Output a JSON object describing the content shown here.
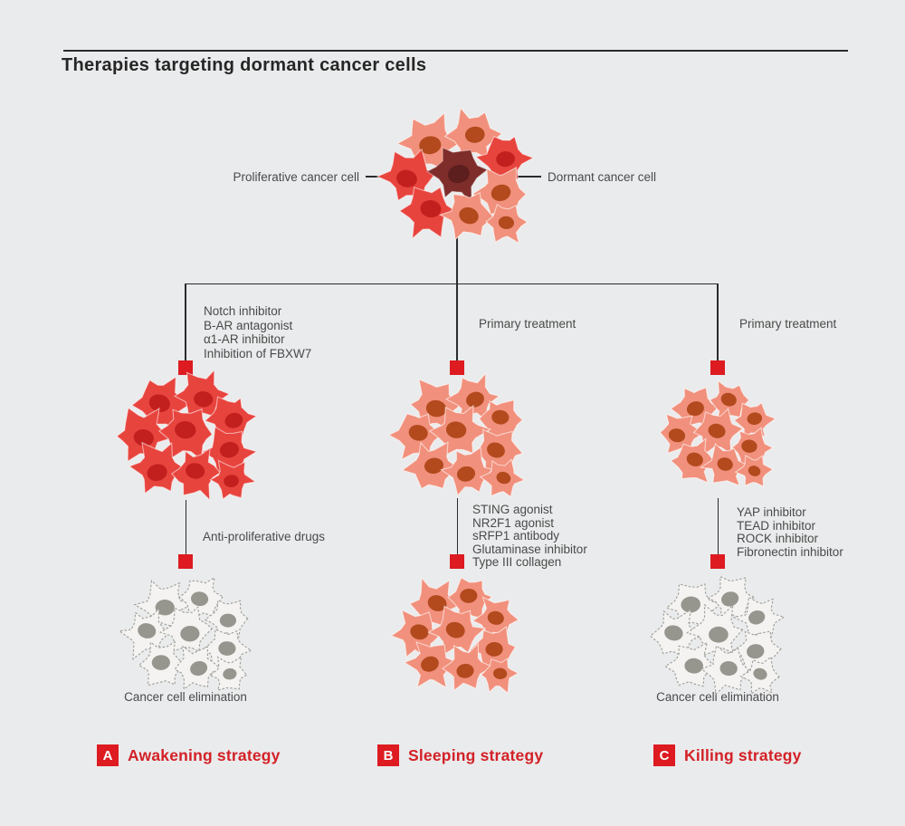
{
  "title": "Therapies targeting dormant cancer cells",
  "colors": {
    "background": "#EAEBEC",
    "line": "#2B2B2B",
    "text_dark": "#262626",
    "text_gray": "#4A4A4A",
    "accent_red": "#DD1B21",
    "strategy_red": "#D32127",
    "cell_red_body": "#E8443E",
    "cell_red_nucleus": "#C2201F",
    "cell_salmon_body": "#F1907C",
    "cell_salmon_nucleus": "#B24A1E",
    "cell_dark_body": "#7E2D2B",
    "cell_dark_nucleus": "#5C1F1E",
    "cell_gray_body": "#F4F3F1",
    "cell_gray_border": "#9C9C97",
    "cell_gray_nucleus": "#96968E"
  },
  "top": {
    "left_label": "Proliferative cancer cell",
    "right_label": "Dormant cancer cell"
  },
  "branches": [
    {
      "treatment_lines": [
        "Notch inhibitor",
        "B-AR antagonist",
        "α1-AR inhibitor",
        "Inhibition of FBXW7"
      ],
      "second_treatment_lines": [
        "Anti-proliferative drugs"
      ],
      "outcome_label": "Cancer cell elimination",
      "strategy_letter": "A",
      "strategy_label": "Awakening strategy"
    },
    {
      "treatment_lines": [
        "Primary treatment"
      ],
      "second_treatment_lines": [
        "STING agonist",
        "NR2F1 agonist",
        "sRFP1 antibody",
        "Glutaminase inhibitor",
        "Type III collagen"
      ],
      "outcome_label": "",
      "strategy_letter": "B",
      "strategy_label": "Sleeping strategy"
    },
    {
      "treatment_lines": [
        "Primary treatment"
      ],
      "second_treatment_lines": [
        "YAP inhibitor",
        "TEAD inhibitor",
        "ROCK inhibitor",
        "Fibronectin inhibitor"
      ],
      "outcome_label": "Cancer cell elimination",
      "strategy_letter": "C",
      "strategy_label": "Killing strategy"
    }
  ]
}
